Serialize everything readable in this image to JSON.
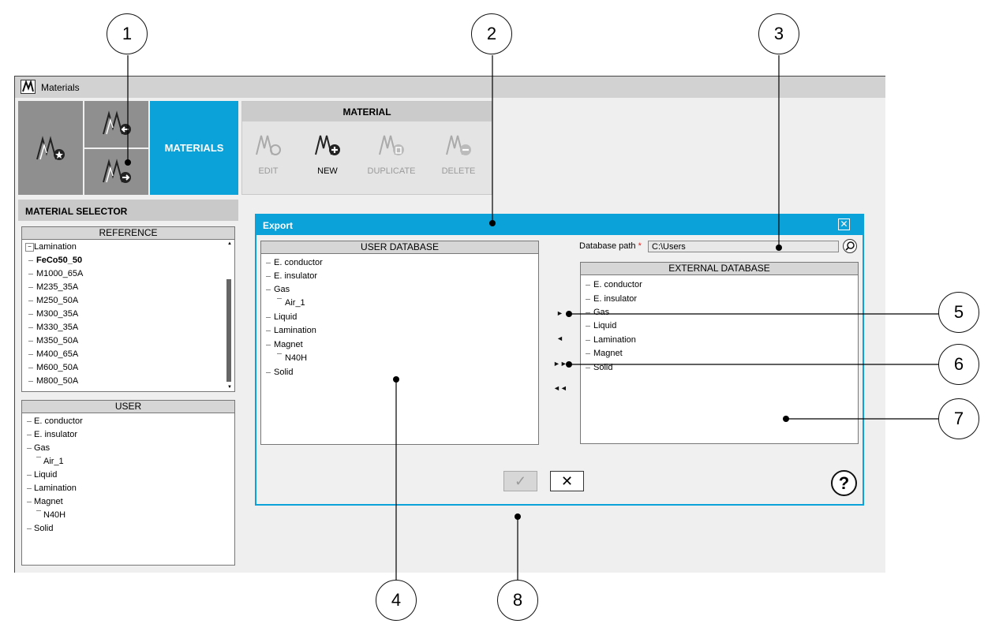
{
  "window": {
    "title": "Materials"
  },
  "tiles": {
    "materials_label": "MATERIALS"
  },
  "material_panel": {
    "header": "MATERIAL",
    "buttons": [
      {
        "label": "EDIT",
        "icon": "material-edit-icon",
        "enabled": false
      },
      {
        "label": "NEW",
        "icon": "material-new-icon",
        "enabled": true
      },
      {
        "label": "DUPLICATE",
        "icon": "material-duplicate-icon",
        "enabled": false
      },
      {
        "label": "DELETE",
        "icon": "material-delete-icon",
        "enabled": false
      }
    ]
  },
  "selector": {
    "header": "MATERIAL SELECTOR",
    "reference": {
      "title": "REFERENCE",
      "root": "Lamination",
      "items": [
        "FeCo50_50",
        "M1000_65A",
        "M235_35A",
        "M250_50A",
        "M300_35A",
        "M330_35A",
        "M350_50A",
        "M400_65A",
        "M600_50A",
        "M800_50A"
      ]
    },
    "user": {
      "title": "USER",
      "items": [
        "E. conductor",
        "E. insulator",
        "Gas",
        "Air_1",
        "Liquid",
        "Lamination",
        "Magnet",
        "N40H",
        "Solid"
      ]
    }
  },
  "export": {
    "title": "Export",
    "close_symbol": "☒",
    "user_db": {
      "title": "USER DATABASE",
      "items": [
        "E. conductor",
        "E. insulator",
        "Gas",
        "Air_1",
        "Liquid",
        "Lamination",
        "Magnet",
        "N40H",
        "Solid"
      ]
    },
    "db_path_label": "Database path",
    "required_mark": "*",
    "db_path_value": "C:\\Users",
    "external_db": {
      "title": "EXTERNAL DATABASE",
      "items": [
        "E. conductor",
        "E. insulator",
        "Gas",
        "Liquid",
        "Lamination",
        "Magnet",
        "Solid"
      ]
    },
    "arrows": [
      "►",
      "◄",
      "►►",
      "◄◄"
    ],
    "ok_symbol": "✓",
    "cancel_symbol": "✕",
    "help_symbol": "?"
  },
  "callouts": [
    "1",
    "2",
    "3",
    "4",
    "5",
    "6",
    "7",
    "8"
  ]
}
